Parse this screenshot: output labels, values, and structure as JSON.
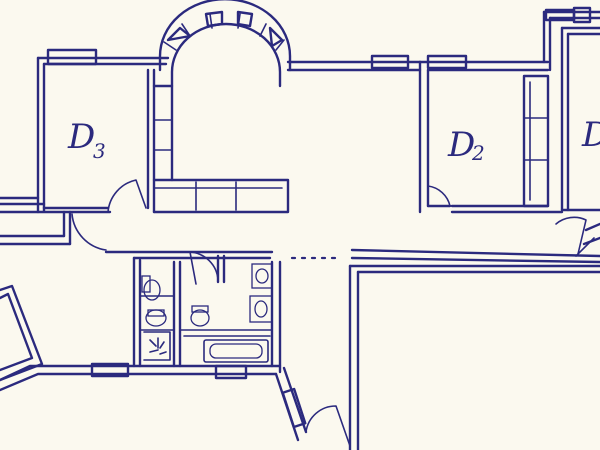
{
  "rooms": [
    {
      "id": "d3",
      "letter": "D",
      "number": "3"
    },
    {
      "id": "d2",
      "letter": "D",
      "number": "2"
    },
    {
      "id": "d1",
      "letter": "D",
      "number": ""
    }
  ],
  "colors": {
    "ink": "#2b2a7e",
    "paper": "#fbf9ef"
  }
}
